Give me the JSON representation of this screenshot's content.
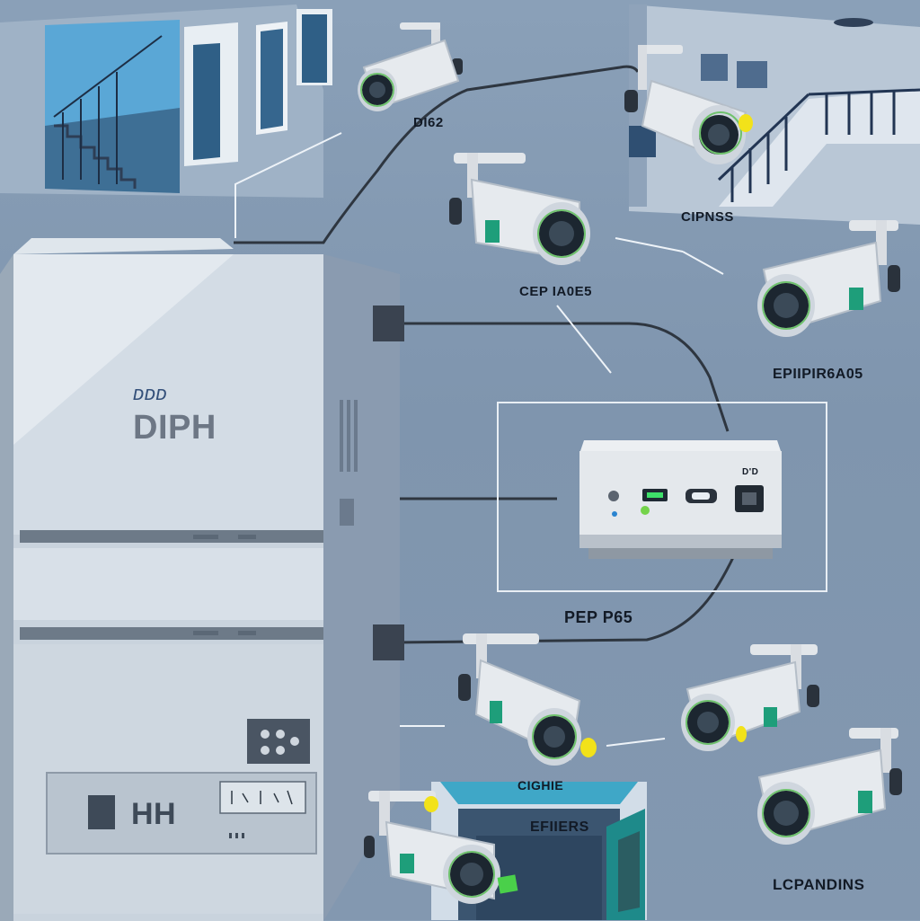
{
  "server": {
    "logo_top": "ᴅᴅᴅ",
    "logo_main": "DIPH",
    "panel_text": "HH"
  },
  "labels": {
    "top_camera": "DI62",
    "upper_right": "CIPNSS",
    "center_camera": "CEP IA0E5",
    "right_camera": "EPIIPIR6A05",
    "nvr_caption": "PEP P65",
    "nvr_small": "D'D",
    "bottom_center_top": "CIGHIE",
    "bottom_center": "EFIIERS",
    "bottom_right": "LCPANDINS"
  },
  "colors": {
    "background": "#8398b0",
    "server_body": "#c9d3dd",
    "camera_body": "#e6eaee",
    "lens": "#1c2630",
    "accent_green": "#1e9e7a",
    "accent_yellow": "#f2e21a",
    "cable": "#2e3640"
  },
  "icons": {
    "camera": "security-camera-icon",
    "nvr": "network-video-recorder-icon",
    "server": "server-cabinet-icon"
  }
}
